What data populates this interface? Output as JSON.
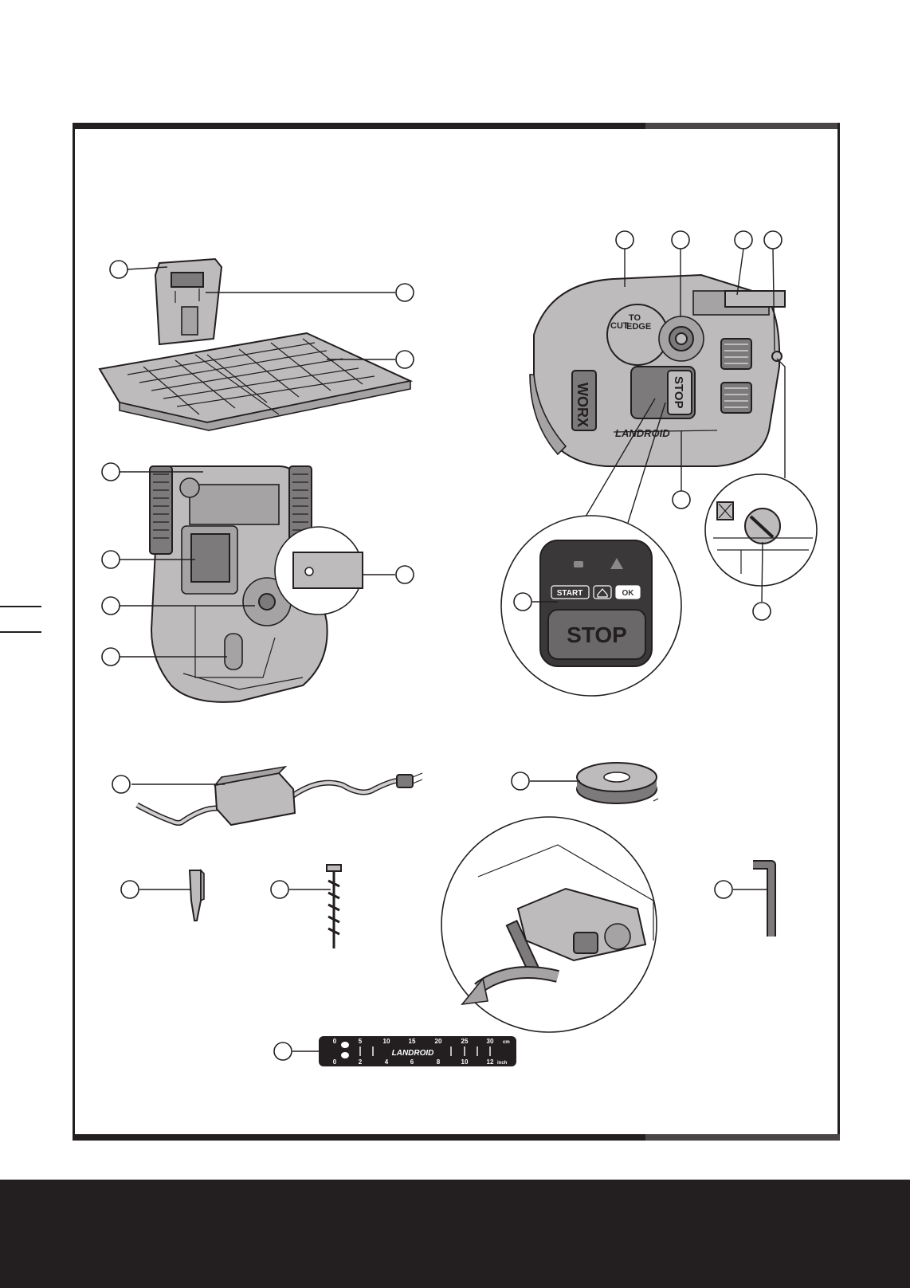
{
  "colors": {
    "ink": "#231f20",
    "part_fill": "#bdbbbb",
    "part_dark": "#7c7a7a",
    "panel_fill": "#3a3839"
  },
  "mower_top": {
    "mode_dial": {
      "cut": "CUT",
      "to": "TO",
      "edge": "EDGE"
    },
    "brand_logo": "WORX",
    "product_name": "LANDROID",
    "stop_label": "STOP"
  },
  "control_panel": {
    "start_button": "START",
    "home_button_icon": "home-icon",
    "ok_button": "OK",
    "stop_button": "STOP",
    "battery_indicator_icon": "battery-icon",
    "warning_indicator_icon": "warning-icon"
  },
  "ruler": {
    "brand": "LANDROID",
    "cm_label": "cm",
    "inch_label": "inch",
    "cm_ticks": [
      "0",
      "5",
      "10",
      "15",
      "20",
      "25",
      "30"
    ],
    "inch_ticks": [
      "0",
      "2",
      "4",
      "6",
      "8",
      "10",
      "12"
    ]
  }
}
